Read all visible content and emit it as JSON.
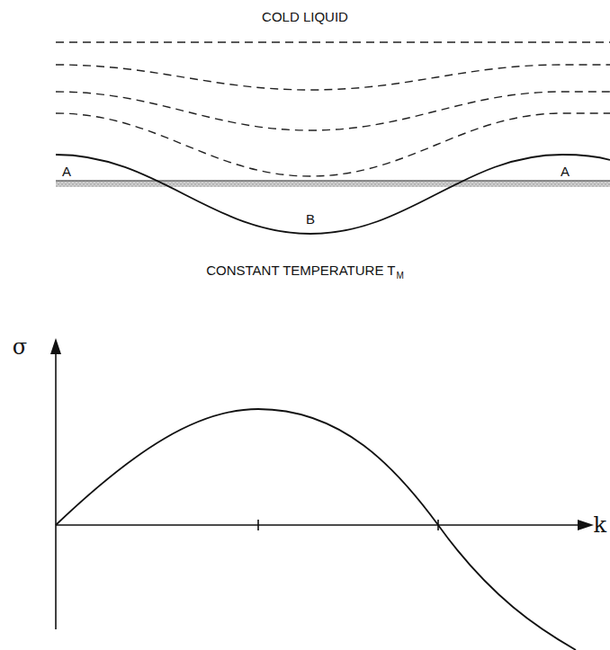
{
  "diagram": {
    "labels": [
      "COLD LIQUID",
      "A",
      "A",
      "B",
      "CONSTANT TEMPERATURE T",
      "M",
      "σ",
      "k"
    ]
  }
}
